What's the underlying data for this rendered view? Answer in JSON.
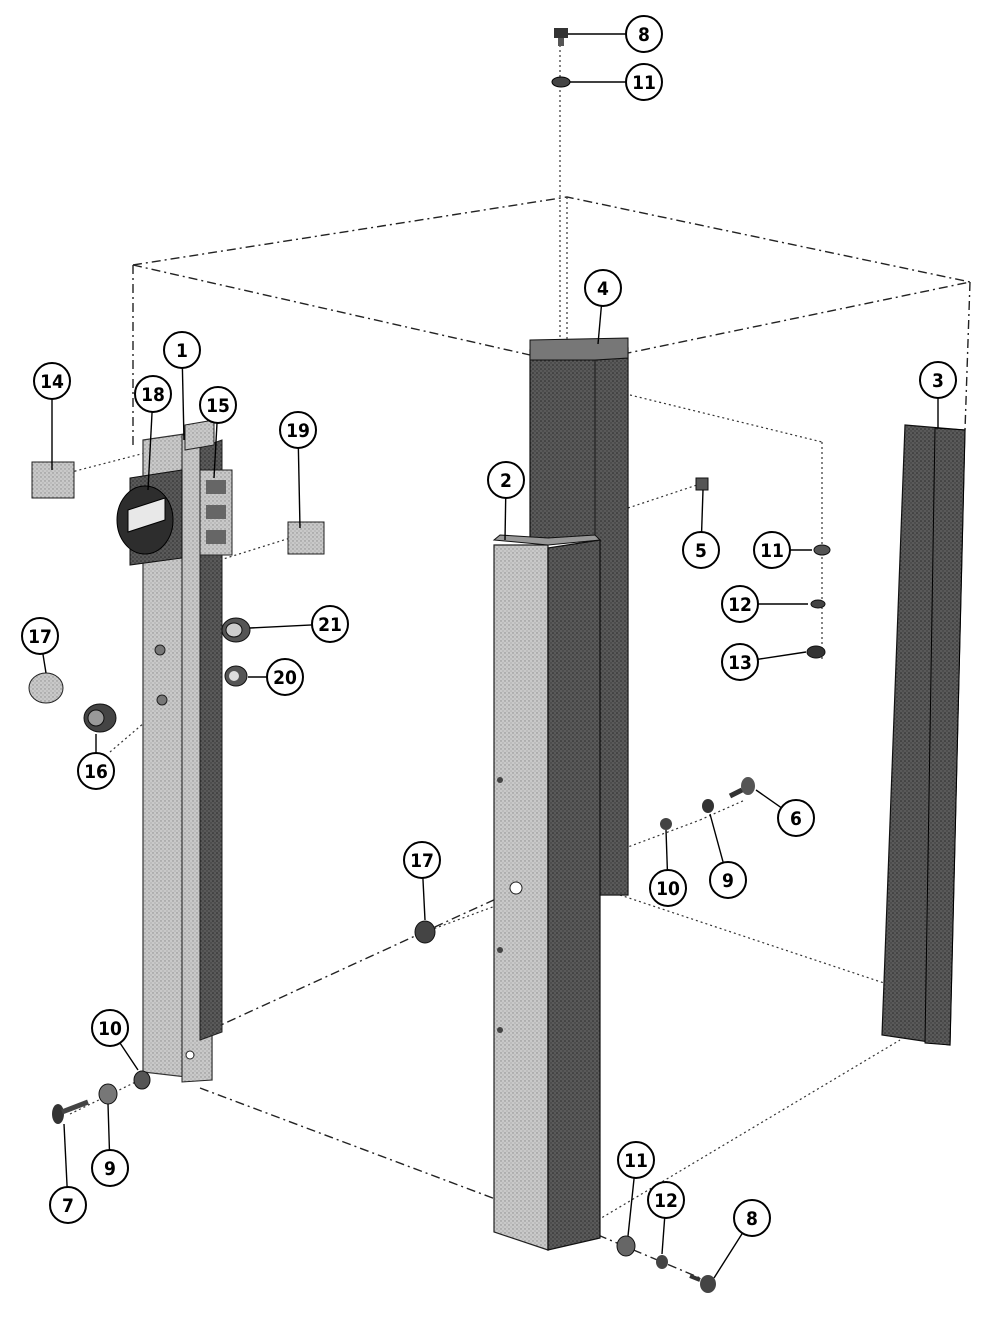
{
  "diagram": {
    "callouts": [
      {
        "id": "c8-top",
        "label": "8"
      },
      {
        "id": "c11-top",
        "label": "11"
      },
      {
        "id": "c4",
        "label": "4"
      },
      {
        "id": "c3",
        "label": "3"
      },
      {
        "id": "c1",
        "label": "1"
      },
      {
        "id": "c14",
        "label": "14"
      },
      {
        "id": "c18",
        "label": "18"
      },
      {
        "id": "c15",
        "label": "15"
      },
      {
        "id": "c19",
        "label": "19"
      },
      {
        "id": "c2",
        "label": "2"
      },
      {
        "id": "c5",
        "label": "5"
      },
      {
        "id": "c11-right",
        "label": "11"
      },
      {
        "id": "c12-right",
        "label": "12"
      },
      {
        "id": "c13",
        "label": "13"
      },
      {
        "id": "c17-left",
        "label": "17"
      },
      {
        "id": "c21",
        "label": "21"
      },
      {
        "id": "c20",
        "label": "20"
      },
      {
        "id": "c16",
        "label": "16"
      },
      {
        "id": "c6",
        "label": "6"
      },
      {
        "id": "c9-right",
        "label": "9"
      },
      {
        "id": "c10-right",
        "label": "10"
      },
      {
        "id": "c17-mid",
        "label": "17"
      },
      {
        "id": "c10-left",
        "label": "10"
      },
      {
        "id": "c9-left",
        "label": "9"
      },
      {
        "id": "c7",
        "label": "7"
      },
      {
        "id": "c11-bottom",
        "label": "11"
      },
      {
        "id": "c12-bottom",
        "label": "12"
      },
      {
        "id": "c8-bottom",
        "label": "8"
      }
    ]
  }
}
